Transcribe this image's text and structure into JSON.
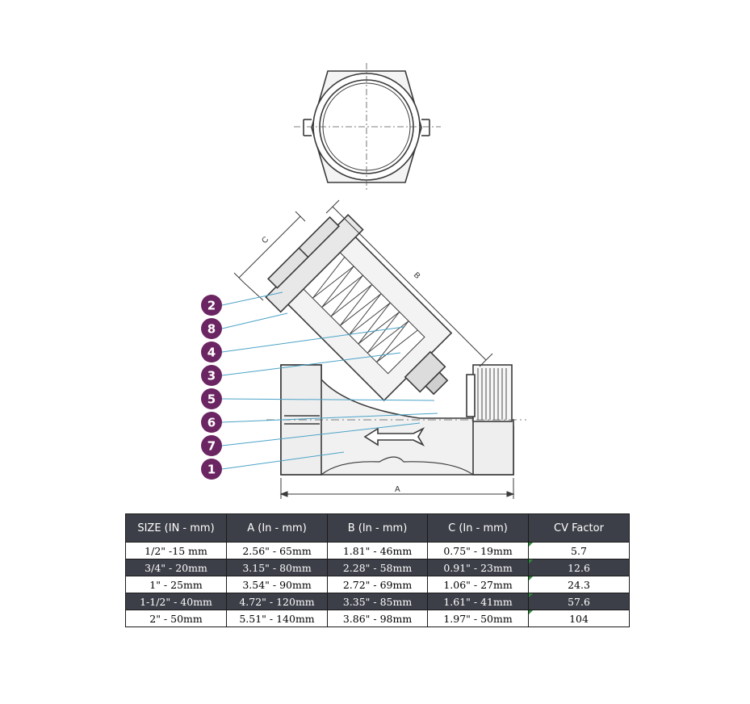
{
  "diagram": {
    "dimension_labels": {
      "a": "A",
      "b": "B",
      "c": "C"
    },
    "callouts": [
      "2",
      "8",
      "4",
      "3",
      "5",
      "6",
      "7",
      "1"
    ],
    "badge_color": "#6b2562",
    "line_color": "#3a3a3a",
    "leader_color": "#4ba3c7"
  },
  "table": {
    "headers": [
      "SIZE (IN - mm)",
      "A (In - mm)",
      "B (In - mm)",
      "C (In - mm)",
      "CV Factor"
    ],
    "rows": [
      [
        "1/2\" -15 mm",
        "2.56\" - 65mm",
        "1.81\" - 46mm",
        "0.75\" - 19mm",
        "5.7"
      ],
      [
        "3/4\" - 20mm",
        "3.15\" - 80mm",
        "2.28\" - 58mm",
        "0.91\" - 23mm",
        "12.6"
      ],
      [
        "1\" - 25mm",
        "3.54\" - 90mm",
        "2.72\" - 69mm",
        "1.06\" - 27mm",
        "24.3"
      ],
      [
        "1-1/2\" - 40mm",
        "4.72\" - 120mm",
        "3.35\" -  85mm",
        "1.61\" - 41mm",
        "57.6"
      ],
      [
        "2\" - 50mm",
        "5.51\" - 140mm",
        "3.86\" - 98mm",
        "1.97\" - 50mm",
        "104"
      ]
    ],
    "header_bg": "#3d3f48",
    "accent": "#2e8b3a"
  }
}
